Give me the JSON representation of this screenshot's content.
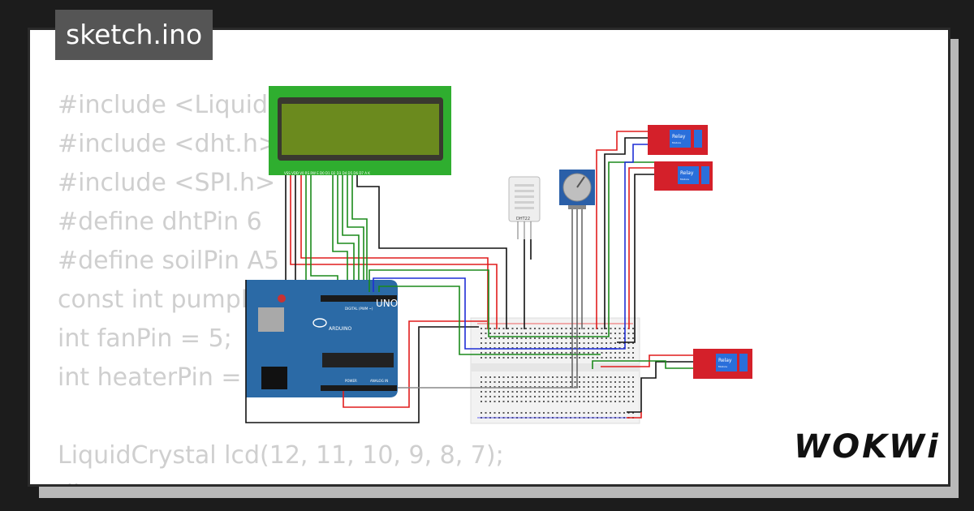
{
  "tab": {
    "filename": "sketch.ino"
  },
  "code_lines": [
    "#include <LiquidCrystal.h>",
    "#include <dht.h>",
    "#include <SPI.h>",
    "#define dhtPin 6",
    "#define soilPin A5",
    "const int pumpPin = 4;",
    "int fanPin = 5;",
    "int heaterPin = 3;",
    "",
    "LiquidCrystal lcd(12, 11, 10, 9, 8, 7);",
    "dht DHT;"
  ],
  "components": {
    "lcd_pins": "VSS VDD V0 RS RW E D0 D1 D2 D3 D4 D5 D6 D7 A K",
    "dht_label": "DHT22",
    "arduino_brand": "ARDUINO",
    "arduino_model": "UNO",
    "arduino_digital": "DIGITAL (PWM ~)",
    "arduino_power": "POWER",
    "arduino_analog": "ANALOG IN",
    "relay_label": "Relay",
    "relay_sub": "Module"
  },
  "colors": {
    "wire_red": "#e11d1d",
    "wire_green": "#1b8a1b",
    "wire_blue": "#1f2fd6",
    "wire_black": "#111111",
    "wire_gray": "#888888",
    "lcd_bezel": "#2fae2f",
    "lcd_screen": "#6b8a1e",
    "arduino_blue": "#2b6aa6",
    "relay_red": "#d4202a",
    "relay_blue": "#2a6fdb"
  },
  "brand": {
    "logo": "WOKWi"
  }
}
